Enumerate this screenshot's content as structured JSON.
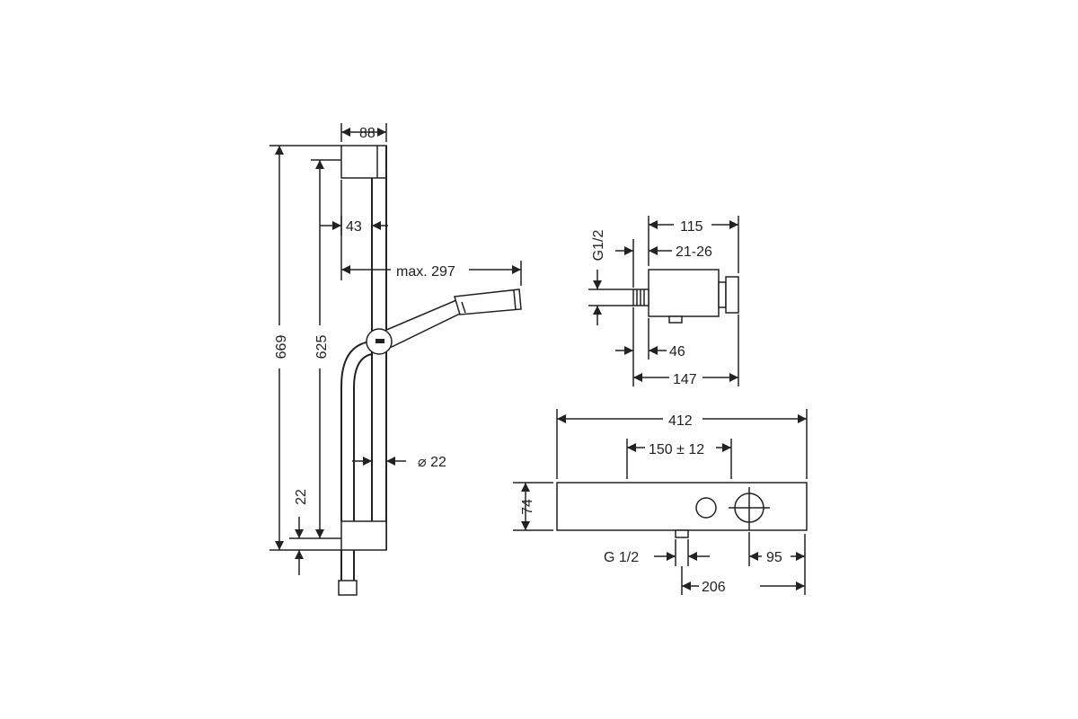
{
  "rail": {
    "width": "88",
    "offset": "43",
    "reach": "max. 297",
    "total_height": "669",
    "bar_height": "625",
    "bottom_offset": "22",
    "diameter": "⌀ 22"
  },
  "outlet": {
    "thread": "G1/2",
    "width": "115",
    "adjust": "21-26",
    "depth": "46",
    "total": "147"
  },
  "thermostat": {
    "length": "412",
    "spacing": "150 ± 12",
    "height": "74",
    "inlet": "G 1/2",
    "knob_offset": "95",
    "outlet_offset": "206"
  }
}
